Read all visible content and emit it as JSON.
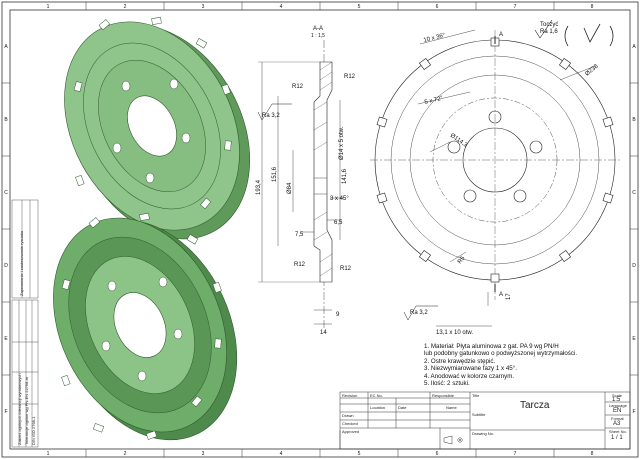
{
  "grid": {
    "columns": [
      "1",
      "2",
      "3",
      "4",
      "5",
      "6",
      "7",
      "8"
    ],
    "rows": [
      "A",
      "B",
      "C",
      "D",
      "E",
      "F"
    ]
  },
  "section": {
    "title": "A-A",
    "scale": "1 : 1,5"
  },
  "roughness": {
    "label_top": "Toczyć",
    "label_ra": "Ra  1,6",
    "section_ra": "Ra  3,2",
    "front_ra": "Ra  3,2"
  },
  "dims_section": {
    "r12_top1": "R12",
    "r12_top2": "R12",
    "r12_bot1": "R12",
    "r12_bot2": "R12",
    "d193": "193,4",
    "d151": "151,6",
    "d84": "Ø84",
    "d141": "141,6",
    "holes": "Ø14 x 5 otw.",
    "chamfer": "3 x 45°",
    "d65": "6,5",
    "d75": "7,5",
    "d9": "9",
    "d14": "14"
  },
  "dims_front": {
    "slots_angle": "10 x 36°",
    "holes_angle": "5 x 72°",
    "d238": "Ø238",
    "d1143": "Ø114,3",
    "r5": "R5",
    "d17": "17",
    "slot_width": "13,1 x 10 otw.",
    "mark_a1": "A",
    "mark_a2": "A"
  },
  "notes": [
    "1. Materiał: Płyta aluminowa z gat. PA 9 wg PN/H",
    "               lub podobny gatunkowo o podwyższonej wytrzymałości.",
    "2. Ostre krawędzie stępić.",
    "3. Niezwymiarowane fazy 1 x 45°.",
    "4. Anodować w kolorze czarnym.",
    "5. Ilość: 2 sztuki."
  ],
  "title_block": {
    "revision": "Revision",
    "ec_no": "EC No.",
    "responsible": "Responsible",
    "title_label": "Title",
    "location": "Location",
    "date": "Date",
    "name": "Name",
    "drawn": "Drawn",
    "checked": "Checked",
    "approved": "Approved",
    "subtitle": "Subtitle",
    "title": "Tarcza",
    "scale_label": "Scale",
    "scale": "1:5",
    "language_label": "Language",
    "language": "EN",
    "format_label": "Format",
    "format": "A3",
    "sheet_label": "Sheet No.",
    "sheet": "1 / 1",
    "drawing_no": "Drawing No."
  },
  "side_text": {
    "line1": "Zakres ogólnych tolerancji wymiarowych",
    "line2": "Tolerancje ogólne wg PN-EN 22768-m",
    "line3": "DIN ISO 2768-1",
    "line4": "Zapewnienie i zastosowanie rysunku"
  },
  "colors": {
    "part_face": "#8fc48a",
    "part_dark": "#5f9a5b",
    "part_edge": "#2f5a2c",
    "line": "#222222"
  }
}
